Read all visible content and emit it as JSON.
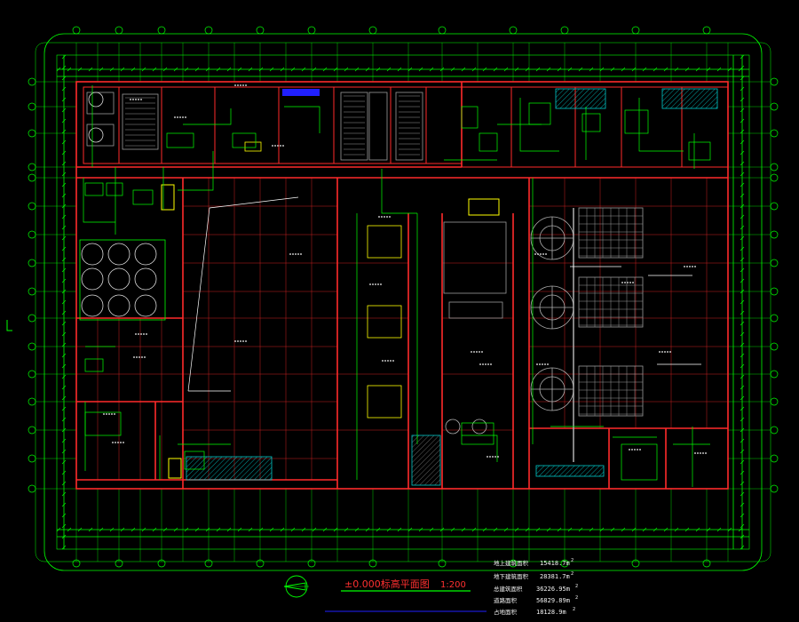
{
  "drawing": {
    "title": "±0.000标高平面图",
    "scale": "1:200",
    "colors": {
      "background": "#000000",
      "dimension": "#00ff00",
      "wall": "#ff2a2a",
      "axis_bubble": "#00ff00",
      "text": "#ffffff",
      "hatch": "#00c8c8",
      "highlight": "#ffff00",
      "blue_block": "#2020ff",
      "equipment": "#9a9a9a",
      "accent_magenta": "#ff40ff"
    }
  },
  "statistics": [
    {
      "label": "地上建筑面积",
      "value": "15418.7m",
      "unit": "2"
    },
    {
      "label": "地下建筑面积",
      "value": "28381.7m",
      "unit": "2"
    },
    {
      "label": "总建筑面积",
      "value": "36226.95m",
      "unit": "2"
    },
    {
      "label": "道路面积",
      "value": "56829.89m",
      "unit": "2"
    },
    {
      "label": "占地面积",
      "value": "18128.9m",
      "unit": "2"
    }
  ],
  "icons": {
    "north_arrow": "north-arrow-icon"
  }
}
